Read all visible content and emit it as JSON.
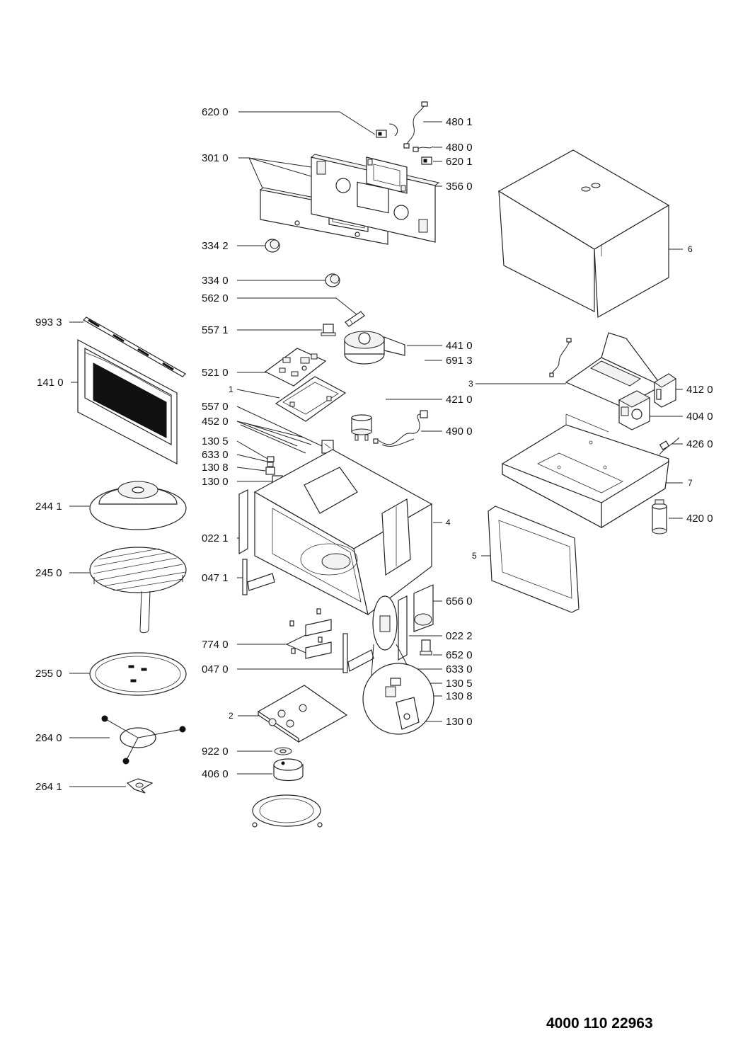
{
  "document_number": "4000 110 22963",
  "callouts": [
    {
      "id": "c6200",
      "text": "620 0"
    },
    {
      "id": "c4801",
      "text": "480 1"
    },
    {
      "id": "c4800",
      "text": "480 0"
    },
    {
      "id": "c3010",
      "text": "301 0"
    },
    {
      "id": "c6201",
      "text": "620 1"
    },
    {
      "id": "c3560",
      "text": "356 0"
    },
    {
      "id": "c3342",
      "text": "334 2"
    },
    {
      "id": "c3340",
      "text": "334 0"
    },
    {
      "id": "c5620",
      "text": "562 0"
    },
    {
      "id": "c9933",
      "text": "993 3"
    },
    {
      "id": "c5571",
      "text": "557 1"
    },
    {
      "id": "c4410",
      "text": "441 0"
    },
    {
      "id": "c6913",
      "text": "691 3"
    },
    {
      "id": "c5210",
      "text": "521 0"
    },
    {
      "id": "c1410",
      "text": "141 0"
    },
    {
      "id": "c1",
      "text": "1"
    },
    {
      "id": "c3",
      "text": "3"
    },
    {
      "id": "c4120",
      "text": "412 0"
    },
    {
      "id": "c5570",
      "text": "557 0"
    },
    {
      "id": "c4210",
      "text": "421 0"
    },
    {
      "id": "c4040",
      "text": "404 0"
    },
    {
      "id": "c4520",
      "text": "452 0"
    },
    {
      "id": "c4900",
      "text": "490 0"
    },
    {
      "id": "c1305a",
      "text": "130 5"
    },
    {
      "id": "c4260",
      "text": "426 0"
    },
    {
      "id": "c6330a",
      "text": "633 0"
    },
    {
      "id": "c1308a",
      "text": "130 8"
    },
    {
      "id": "c1300a",
      "text": "130 0"
    },
    {
      "id": "c7",
      "text": "7"
    },
    {
      "id": "c2441",
      "text": "244 1"
    },
    {
      "id": "c4",
      "text": "4"
    },
    {
      "id": "c4200",
      "text": "420 0"
    },
    {
      "id": "c0221",
      "text": "022 1"
    },
    {
      "id": "c5",
      "text": "5"
    },
    {
      "id": "c6",
      "text": "6"
    },
    {
      "id": "c2450",
      "text": "245 0"
    },
    {
      "id": "c0471",
      "text": "047 1"
    },
    {
      "id": "c6560",
      "text": "656 0"
    },
    {
      "id": "c0222",
      "text": "022 2"
    },
    {
      "id": "c7740",
      "text": "774 0"
    },
    {
      "id": "c6520",
      "text": "652 0"
    },
    {
      "id": "c0470",
      "text": "047 0"
    },
    {
      "id": "c6330b",
      "text": "633 0"
    },
    {
      "id": "c2550",
      "text": "255 0"
    },
    {
      "id": "c1305b",
      "text": "130 5"
    },
    {
      "id": "c1308b",
      "text": "130 8"
    },
    {
      "id": "c2",
      "text": "2"
    },
    {
      "id": "c1300b",
      "text": "130 0"
    },
    {
      "id": "c2640",
      "text": "264 0"
    },
    {
      "id": "c9220",
      "text": "922 0"
    },
    {
      "id": "c4060",
      "text": "406 0"
    },
    {
      "id": "c2641",
      "text": "264 1"
    }
  ]
}
